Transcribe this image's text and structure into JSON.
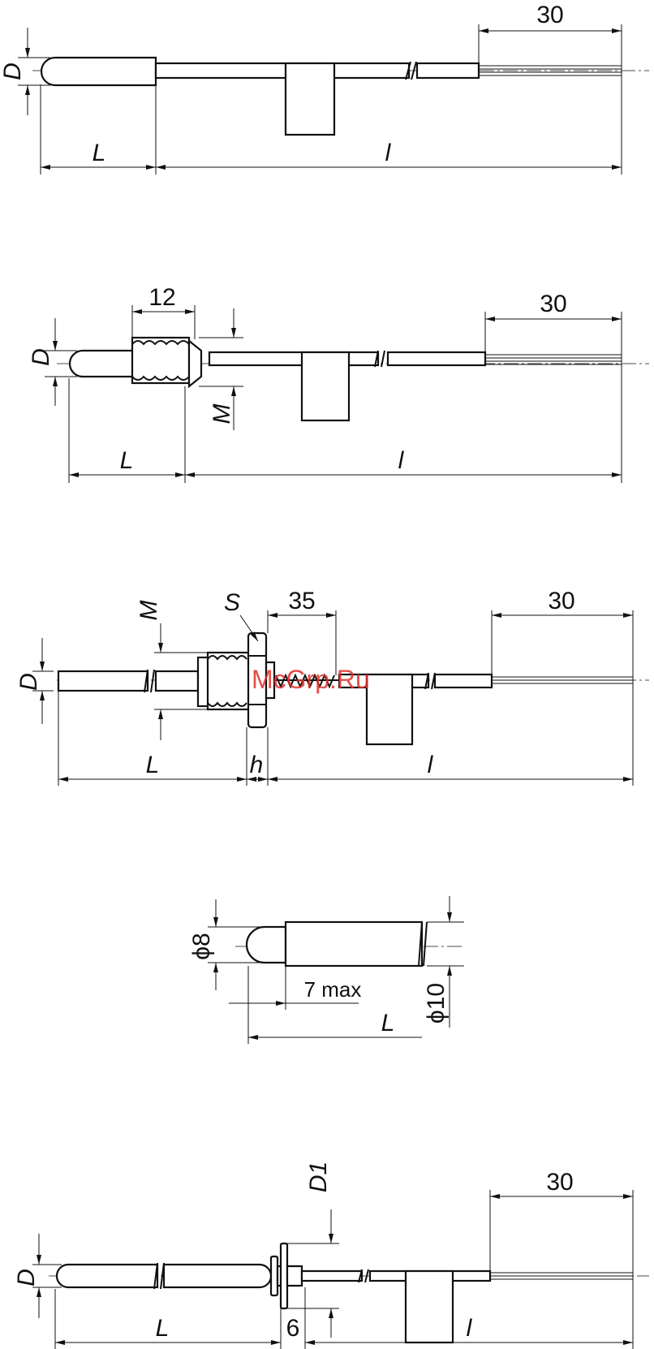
{
  "watermark": "McGrp.Ru",
  "views": [
    {
      "id": "view-1",
      "labels": {
        "top": "30",
        "diameter": "D",
        "length": "L",
        "cable": "l"
      }
    },
    {
      "id": "view-2",
      "labels": {
        "top": "30",
        "thread_len": "12",
        "diameter": "D",
        "thread": "M",
        "length": "L",
        "cable": "l"
      }
    },
    {
      "id": "view-3",
      "labels": {
        "top": "30",
        "spring": "35",
        "hex": "S",
        "thread": "M",
        "diameter": "D",
        "length": "L",
        "height": "h",
        "cable": "l"
      }
    },
    {
      "id": "view-4",
      "labels": {
        "tip": "ϕ8",
        "tip_len": "7 max",
        "body": "ϕ10",
        "length": "L"
      }
    },
    {
      "id": "view-5",
      "labels": {
        "top": "30",
        "flange": "D1",
        "diameter": "D",
        "length": "L",
        "flange_w": "6",
        "cable": "l"
      }
    }
  ]
}
